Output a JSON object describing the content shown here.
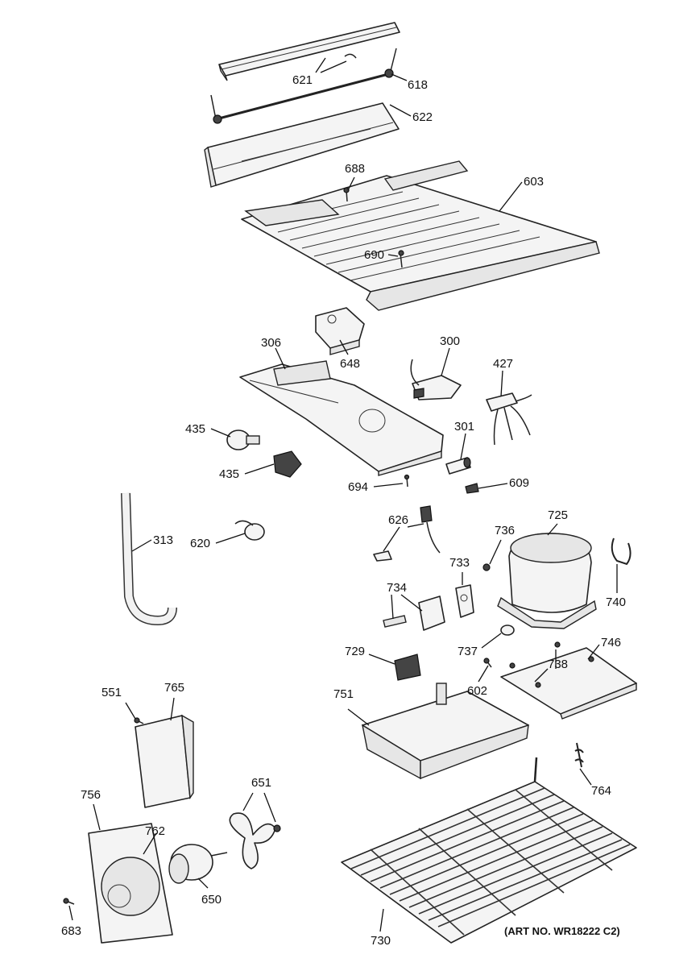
{
  "diagram": {
    "caption": "(ART NO. WR18222 C2)",
    "callouts": {
      "c621": "621",
      "c618": "618",
      "c622": "622",
      "c688": "688",
      "c603": "603",
      "c690": "690",
      "c306": "306",
      "c648": "648",
      "c300": "300",
      "c427": "427",
      "c435a": "435",
      "c435b": "435",
      "c301": "301",
      "c694": "694",
      "c609": "609",
      "c313": "313",
      "c620": "620",
      "c626": "626",
      "c736": "736",
      "c725": "725",
      "c733": "733",
      "c740": "740",
      "c734": "734",
      "c737": "737",
      "c729": "729",
      "c746": "746",
      "c738": "738",
      "c602": "602",
      "c551": "551",
      "c765": "765",
      "c751": "751",
      "c756": "756",
      "c651": "651",
      "c762": "762",
      "c764": "764",
      "c650": "650",
      "c683": "683",
      "c730": "730"
    }
  }
}
